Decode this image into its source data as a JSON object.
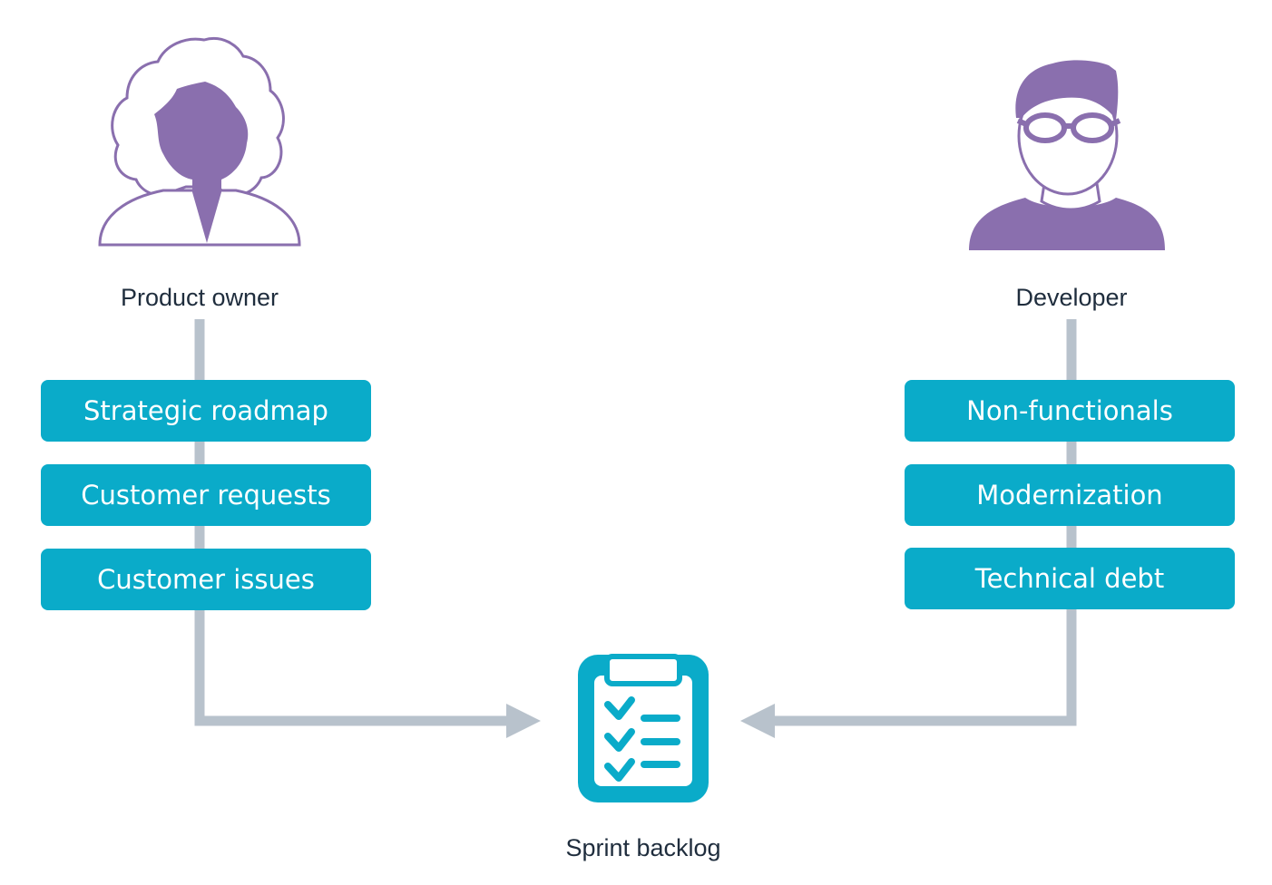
{
  "actors": {
    "product_owner": {
      "label": "Product owner",
      "icon": "woman-avatar-icon"
    },
    "developer": {
      "label": "Developer",
      "icon": "man-with-glasses-avatar-icon"
    }
  },
  "product_owner_items": [
    "Strategic roadmap",
    "Customer requests",
    "Customer issues"
  ],
  "developer_items": [
    "Non-functionals",
    "Modernization",
    "Technical debt"
  ],
  "target": {
    "label": "Sprint backlog",
    "icon": "clipboard-checklist-icon"
  },
  "colors": {
    "person": "#8a6fae",
    "tag": "#0aabc9",
    "connector": "#b8c2cc",
    "text": "#1f2d3d"
  }
}
